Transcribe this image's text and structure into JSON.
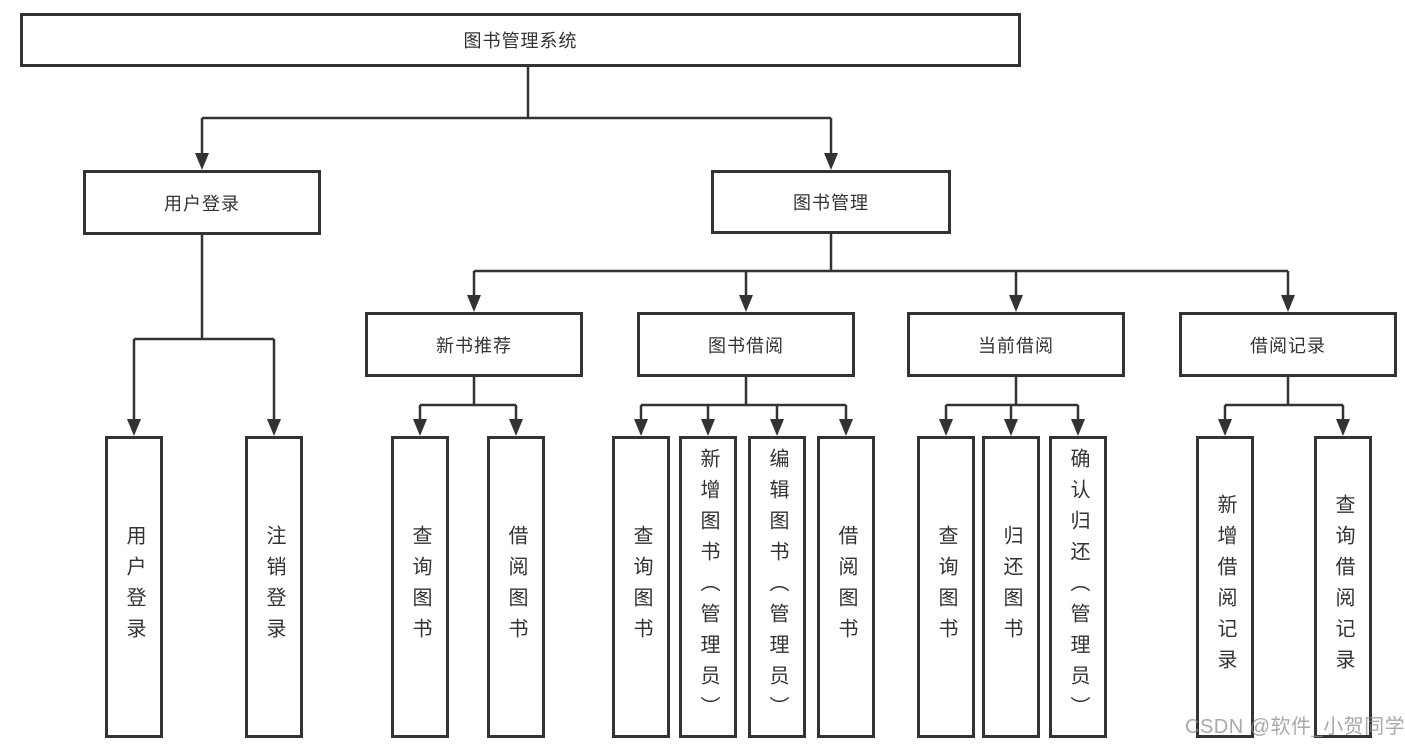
{
  "watermark": "CSDN @软件_小贺同学",
  "colors": {
    "line": "#333333",
    "box_border": "#333333",
    "text": "#333333",
    "background": "#ffffff",
    "watermark": "#8c8c8c"
  },
  "tree": {
    "label": "图书管理系统",
    "children": [
      {
        "label": "用户登录",
        "children": [
          {
            "label": "用户登录"
          },
          {
            "label": "注销登录"
          }
        ]
      },
      {
        "label": "图书管理",
        "children": [
          {
            "label": "新书推荐",
            "children": [
              {
                "label": "查询图书"
              },
              {
                "label": "借阅图书"
              }
            ]
          },
          {
            "label": "图书借阅",
            "children": [
              {
                "label": "查询图书"
              },
              {
                "label": "新增图书（管理员）"
              },
              {
                "label": "编辑图书（管理员）"
              },
              {
                "label": "借阅图书"
              }
            ]
          },
          {
            "label": "当前借阅",
            "children": [
              {
                "label": "查询图书"
              },
              {
                "label": "归还图书"
              },
              {
                "label": "确认归还（管理员）"
              }
            ]
          },
          {
            "label": "借阅记录",
            "children": [
              {
                "label": "新增借阅记录"
              },
              {
                "label": "查询借阅记录"
              }
            ]
          }
        ]
      }
    ]
  }
}
